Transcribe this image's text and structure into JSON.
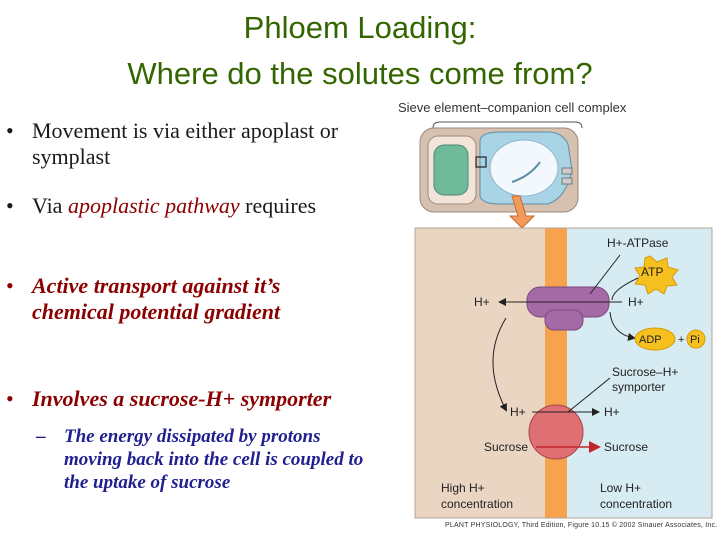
{
  "title": {
    "line1": "Phloem Loading:",
    "line2": "Where do the solutes come from?"
  },
  "bullets": [
    {
      "text_line1": "Movement is via either apoplast or",
      "text_line2": "symplast"
    },
    {
      "prefix": "Via ",
      "emph": "apoplastic pathway",
      "suffix": " requires"
    },
    {
      "line1": "Active transport against it’s",
      "line2": "chemical potential gradient"
    },
    {
      "line1": "Involves a sucrose-H+ symporter"
    }
  ],
  "sub_bullet": {
    "line1": "The energy dissipated  by protons",
    "line2": "moving back into the cell is coupled to",
    "line3": "the uptake of sucrose"
  },
  "figure": {
    "complex_label": "Sieve element–companion cell complex",
    "h_atpase": "H+-ATPase",
    "atp": "ATP",
    "adp": "ADP",
    "plus": "+",
    "pi": "Pi",
    "h_plus": "H+",
    "symporter_line1": "Sucrose–H+",
    "symporter_line2": "symporter",
    "sucrose": "Sucrose",
    "high_line1": "High H+",
    "high_line2": "concentration",
    "low_line1": "Low H+",
    "low_line2": "concentration",
    "credit": "PLANT PHYSIOLOGY, Third Edition, Figure 10.15 © 2002 Sinauer Associates, Inc."
  },
  "colors": {
    "title": "#336600",
    "emphasis": "#8b0000",
    "sub": "#1f1f8f",
    "apoplast": "#ead5c3",
    "membrane": "#f7a34d",
    "cell": "#d6ebf2",
    "atpase": "#a46aa6",
    "symporter": "#de6f72",
    "atp": "#f6c11f"
  }
}
